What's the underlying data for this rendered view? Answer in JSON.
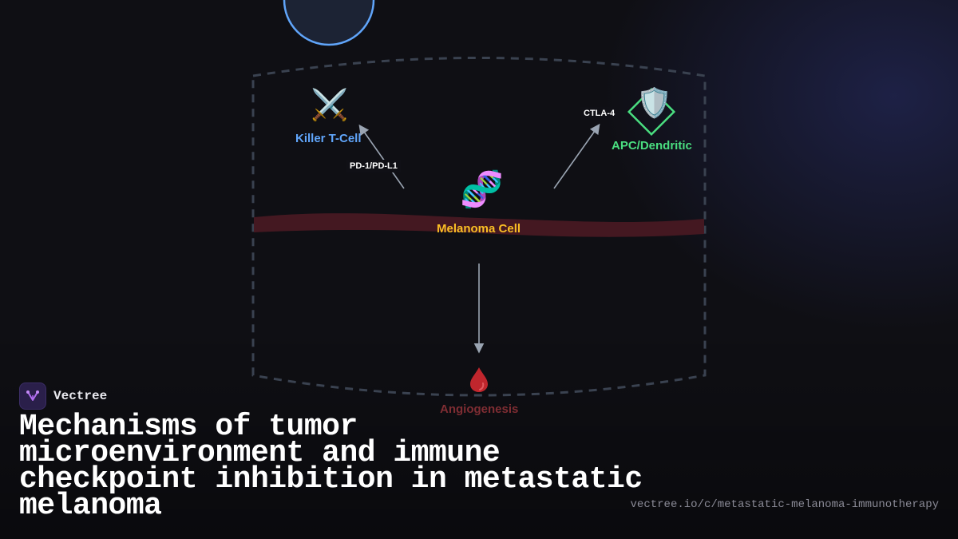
{
  "diagram": {
    "nodes": {
      "killer_tcell": {
        "label": "Killer T-Cell",
        "icon": "crossed-swords",
        "color": "#60a5fa"
      },
      "apc": {
        "label": "APC/Dendritic",
        "icon": "shield",
        "color": "#4ade80"
      },
      "melanoma": {
        "label": "Melanoma Cell",
        "icon": "dna",
        "color": "#fbbf24"
      },
      "angiogenesis": {
        "label": "Angiogenesis",
        "icon": "blood-drop",
        "color": "#7f2d33"
      }
    },
    "edges": [
      {
        "from": "Melanoma Cell",
        "to": "Killer T-Cell",
        "label": "PD-1/PD-L1"
      },
      {
        "from": "Melanoma Cell",
        "to": "APC/Dendritic",
        "label": "CTLA-4"
      },
      {
        "from": "Melanoma Cell",
        "to": "Angiogenesis",
        "label": ""
      }
    ],
    "colors": {
      "boundary": "#3a4250",
      "arrow": "#9aa4b2",
      "band": "#5a1e26",
      "circle": "#60a5fa"
    }
  },
  "brand": {
    "name": "Vectree"
  },
  "title": "Mechanisms of tumor microenvironment and immune checkpoint inhibition in metastatic melanoma",
  "url": "vectree.io/c/metastatic-melanoma-immunotherapy"
}
